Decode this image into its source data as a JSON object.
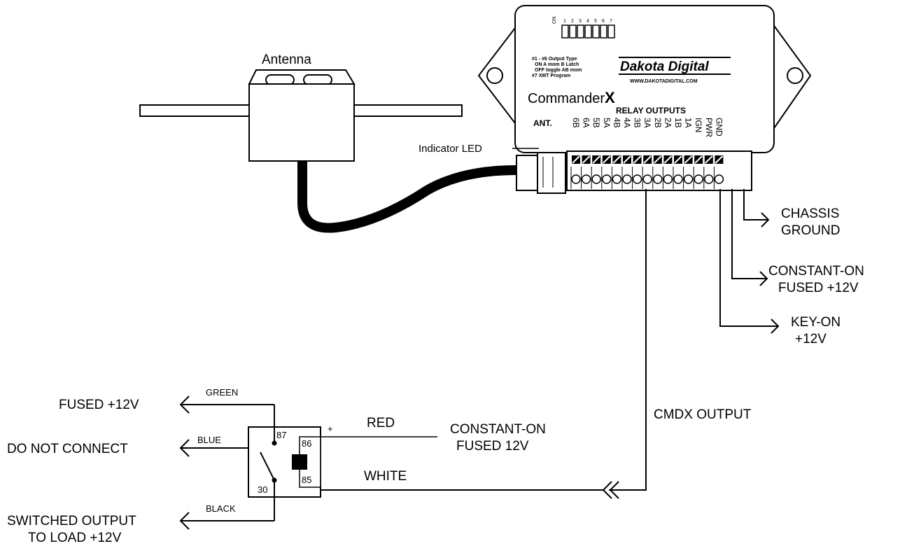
{
  "antenna": {
    "title": "Antenna"
  },
  "module": {
    "name_prefix": "Commander",
    "name_suffix": "X",
    "brand": "Dakota Digital",
    "website": "WWW.DAKOTADIGITAL.COM",
    "dip_on": "ON",
    "dip_numbers": [
      "1",
      "2",
      "3",
      "4",
      "5",
      "6",
      "7"
    ],
    "notes": [
      "#1 - #6 Output Type",
      "ON  A mom B Latch",
      "OFF toggle AB mom",
      "#7 XMT Program"
    ],
    "ant_label": "ANT.",
    "relay_outputs_label": "RELAY OUTPUTS",
    "terminals": [
      "6B",
      "6A",
      "5B",
      "5A",
      "4B",
      "4A",
      "3B",
      "3A",
      "2B",
      "2A",
      "1B",
      "1A",
      "IGN",
      "PWR",
      "GND"
    ]
  },
  "indicator_led": "Indicator LED",
  "connections": {
    "chassis_ground": [
      "CHASSIS",
      "GROUND"
    ],
    "constant_on_fused": [
      "CONSTANT-ON",
      "FUSED +12V"
    ],
    "key_on": [
      "KEY-ON",
      "+12V"
    ],
    "cmdx_output": "CMDX OUTPUT"
  },
  "relay": {
    "pins": {
      "p87": "87",
      "p86": "86",
      "p85": "85",
      "p30": "30"
    },
    "plus": "+",
    "wires": {
      "green": "GREEN",
      "blue": "BLUE",
      "black": "BLACK",
      "red": "RED",
      "white": "WHITE"
    },
    "fused": "FUSED +12V",
    "do_not_connect": "DO NOT CONNECT",
    "switched_output": [
      "SWITCHED OUTPUT",
      "TO LOAD +12V"
    ],
    "constant_on": [
      "CONSTANT-ON",
      "FUSED 12V"
    ]
  }
}
